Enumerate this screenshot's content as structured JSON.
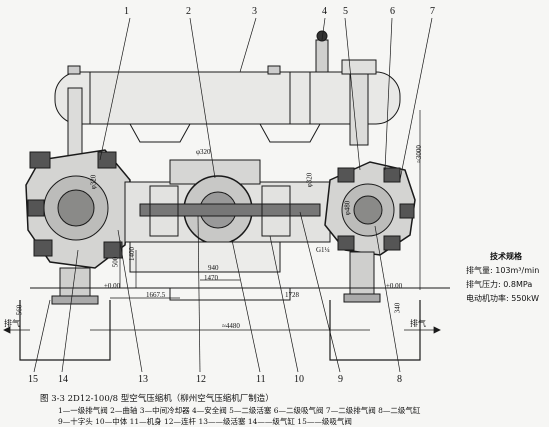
{
  "callout_numbers": [
    "1",
    "2",
    "3",
    "4",
    "5",
    "6",
    "7",
    "8",
    "9",
    "10",
    "11",
    "12",
    "13",
    "14",
    "15"
  ],
  "bottom_numbers": [
    "15",
    "14",
    "13",
    "12",
    "11",
    "10",
    "9",
    "8"
  ],
  "dimensions": {
    "d320_top": "φ320",
    "d320_left": "φ320",
    "d320_right": "φ320",
    "d480": "φ480",
    "d3000": "≈3000",
    "d500": "500",
    "d1400": "1400",
    "d940": "940",
    "d1470": "1470",
    "d1667": "1667.5",
    "d1728": "1728",
    "d4480": "≈4480",
    "zero_left": "±0.00",
    "zero_right": "±0.00",
    "d560": "560",
    "d340": "340",
    "g_pipe": "G1¼"
  },
  "side_labels": {
    "exhaust_left": "排气",
    "exhaust_right": "排气"
  },
  "specs": {
    "title": "技术规格",
    "rows": [
      "排气量: 103m³/min",
      "排气压力: 0.8MPa",
      "电动机功率: 550kW"
    ]
  },
  "caption": {
    "title": "图 3-3   2D12-100/8 型空气压缩机（柳州空气压缩机厂制造）",
    "legend_line1": "1—一级排气阀   2—曲轴   3—中间冷却器   4—安全阀   5—二级活塞   6—二级吸气阀   7—二级排气阀   8—二级气缸",
    "legend_line2": "9—十字头   10—中体   11—机身   12—连杆   13——级活塞   14——级气缸   15——级吸气阀"
  },
  "colors": {
    "ink": "#1a1a1a",
    "paper": "#f6f6f4"
  }
}
